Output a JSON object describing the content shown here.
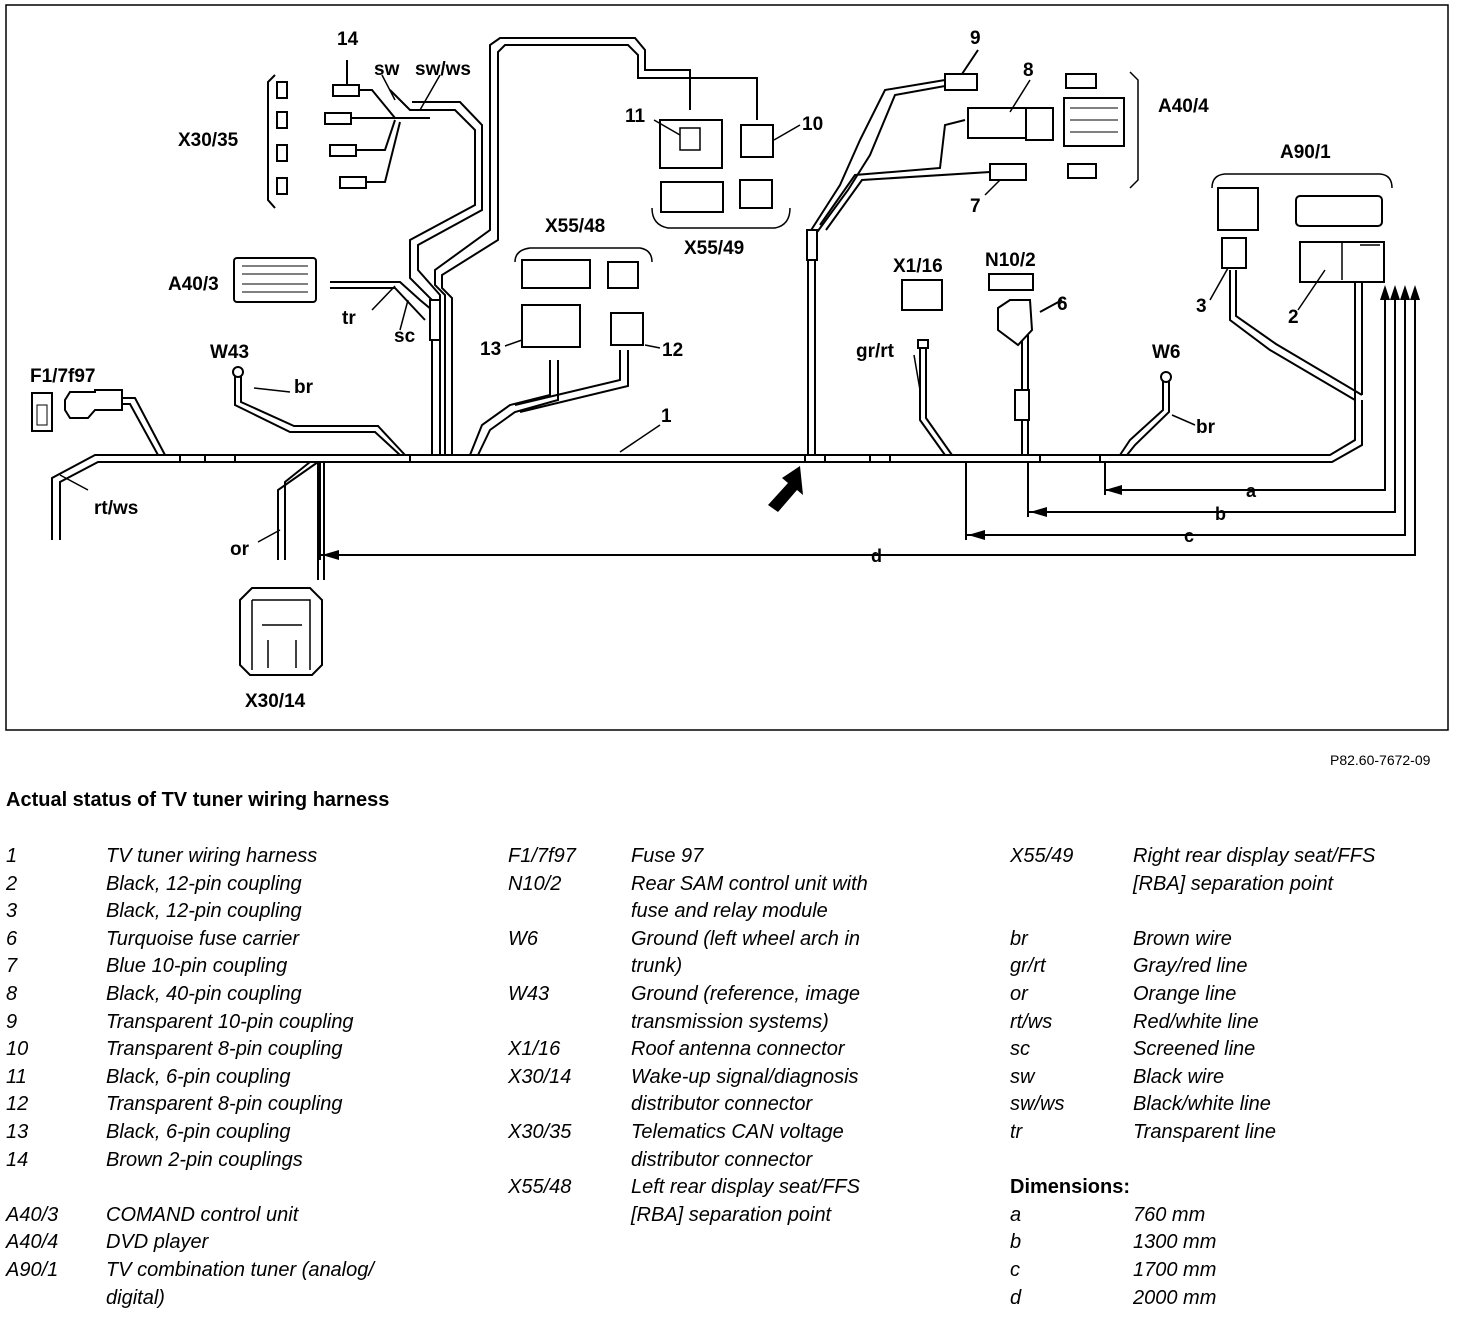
{
  "figure_ref": "P82.60-7672-09",
  "title": "Actual status of TV tuner wiring harness",
  "diagram_labels": {
    "n1": "1",
    "n2": "2",
    "n3": "3",
    "n6": "6",
    "n7": "7",
    "n8": "8",
    "n9": "9",
    "n10": "10",
    "n11": "11",
    "n12": "12",
    "n13": "13",
    "n14": "14",
    "x30_35": "X30/35",
    "a40_3": "A40/3",
    "a40_4": "A40/4",
    "a90_1": "A90/1",
    "x55_48": "X55/48",
    "x55_49": "X55/49",
    "x1_16": "X1/16",
    "n10_2": "N10/2",
    "f1_7f97": "F1/7f97",
    "w43": "W43",
    "w6": "W6",
    "x30_14": "X30/14",
    "sw": "sw",
    "sw_ws": "sw/ws",
    "tr": "tr",
    "sc": "sc",
    "br": "br",
    "br2": "br",
    "gr_rt": "gr/rt",
    "rt_ws": "rt/ws",
    "or": "or",
    "dim_a": "a",
    "dim_b": "b",
    "dim_c": "c",
    "dim_d": "d"
  },
  "legend_col1": [
    {
      "key": "1",
      "value": "TV tuner wiring harness"
    },
    {
      "key": "2",
      "value": "Black, 12-pin coupling"
    },
    {
      "key": "3",
      "value": "Black, 12-pin coupling"
    },
    {
      "key": "6",
      "value": "Turquoise fuse carrier"
    },
    {
      "key": "7",
      "value": "Blue 10-pin coupling"
    },
    {
      "key": "8",
      "value": "Black, 40-pin coupling"
    },
    {
      "key": "9",
      "value": "Transparent 10-pin coupling"
    },
    {
      "key": "10",
      "value": "Transparent 8-pin coupling"
    },
    {
      "key": "11",
      "value": "Black, 6-pin coupling"
    },
    {
      "key": "12",
      "value": "Transparent 8-pin coupling"
    },
    {
      "key": "13",
      "value": "Black, 6-pin coupling"
    },
    {
      "key": "14",
      "value": "Brown 2-pin couplings"
    }
  ],
  "legend_col1b": [
    {
      "key": "A40/3",
      "value": "COMAND control unit"
    },
    {
      "key": "A40/4",
      "value": "DVD player"
    },
    {
      "key": "A90/1",
      "value": "TV combination tuner (analog/ digital)"
    }
  ],
  "legend_col2": [
    {
      "key": "F1/7f97",
      "value": "Fuse 97"
    },
    {
      "key": "N10/2",
      "value": "Rear SAM control unit with fuse and relay module"
    },
    {
      "key": "W6",
      "value": "Ground (left wheel arch in trunk)"
    },
    {
      "key": "W43",
      "value": "Ground (reference, image transmission systems)"
    },
    {
      "key": "X1/16",
      "value": "Roof antenna connector"
    },
    {
      "key": "X30/14",
      "value": "Wake-up signal/diagnosis distributor connector"
    },
    {
      "key": "X30/35",
      "value": "Telematics CAN voltage distributor connector"
    },
    {
      "key": "X55/48",
      "value": "Left rear display seat/FFS [RBA] separation point"
    }
  ],
  "legend_col3": [
    {
      "key": "X55/49",
      "value": "Right rear display seat/FFS [RBA] separation point"
    }
  ],
  "legend_col3b": [
    {
      "key": "br",
      "value": "Brown wire"
    },
    {
      "key": "gr/rt",
      "value": "Gray/red line"
    },
    {
      "key": "or",
      "value": "Orange line"
    },
    {
      "key": "rt/ws",
      "value": "Red/white line"
    },
    {
      "key": "sc",
      "value": "Screened line"
    },
    {
      "key": "sw",
      "value": "Black wire"
    },
    {
      "key": "sw/ws",
      "value": "Black/white line"
    },
    {
      "key": "tr",
      "value": "Transparent line"
    }
  ],
  "dimensions_heading": "Dimensions:",
  "dimensions": [
    {
      "key": "a",
      "value": "760 mm"
    },
    {
      "key": "b",
      "value": "1300 mm"
    },
    {
      "key": "c",
      "value": "1700 mm"
    },
    {
      "key": "d",
      "value": "2000 mm"
    }
  ]
}
